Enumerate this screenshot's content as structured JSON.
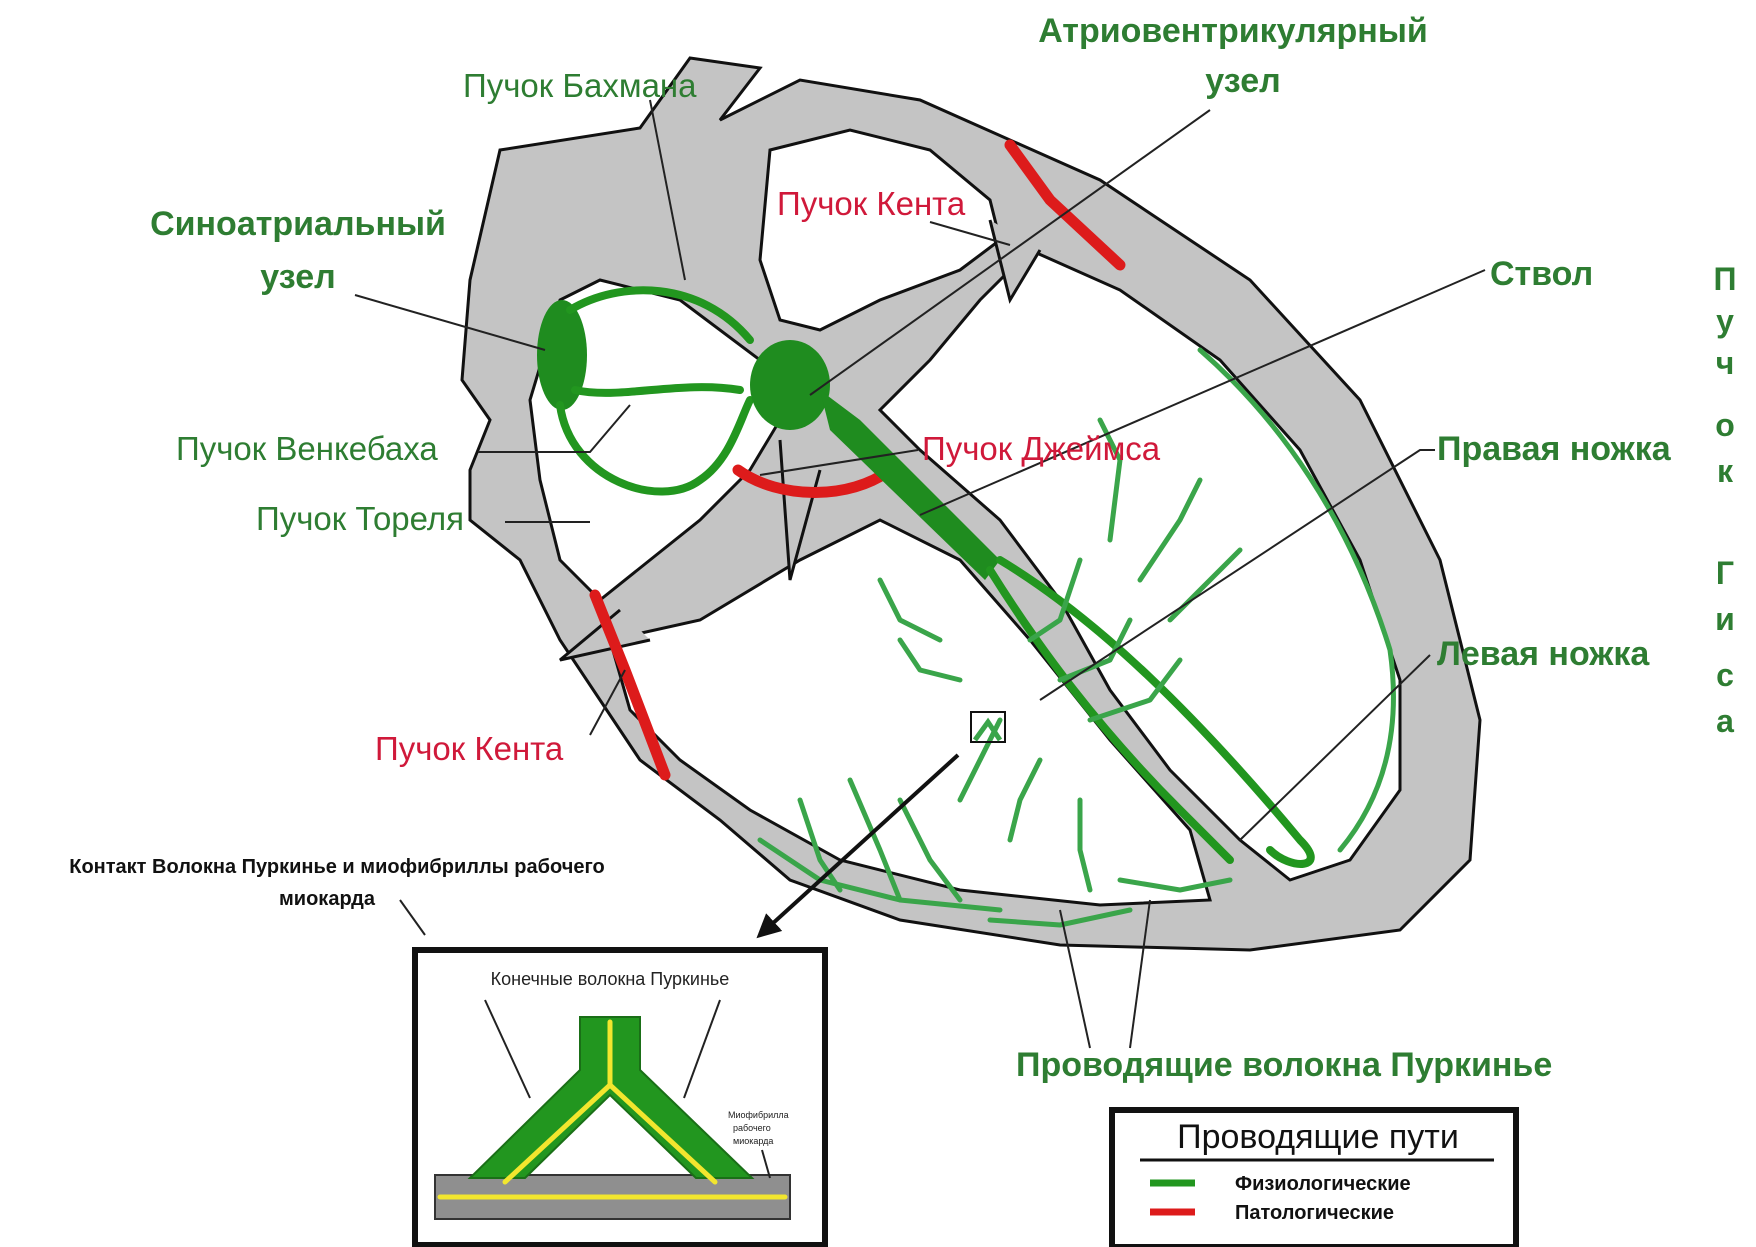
{
  "labels": {
    "av_node_line1": "Атриовентрикулярный",
    "av_node_line2": "узел",
    "bachmann": "Пучок Бахмана",
    "sa_node_line1": "Синоатриальный",
    "sa_node_line2": "узел",
    "kent_upper": "Пучок Кента",
    "trunk": "Ствол",
    "wenckebach": "Пучок Венкебаха",
    "james": "Пучок Джеймса",
    "right_leg": "Правая ножка",
    "thorel": "Пучок Тореля",
    "left_leg": "Левая ножка",
    "kent_lower": "Пучок Кента",
    "purkinje_conducting": "Проводящие волокна Пуркинье",
    "his_vertical": [
      "П",
      "у",
      "ч",
      "о",
      "к",
      "",
      "Г",
      "и",
      "с",
      "а"
    ],
    "contact_line1": "Контакт Волокна Пуркинье и миофибриллы рабочего",
    "contact_line2": "миокарда"
  },
  "inset": {
    "title": "Конечные волокна Пуркинье",
    "myofibril": [
      "Миофибрилла",
      "рабочего",
      "миокарда"
    ]
  },
  "legend": {
    "title": "Проводящие пути",
    "items": [
      {
        "label": "Физиологические",
        "color": "#22961f"
      },
      {
        "label": "Патологические",
        "color": "#dd1b1b"
      }
    ]
  },
  "colors": {
    "physiological": "#22961f",
    "pathological": "#dd1b1b",
    "wall": "#c4c4c4",
    "label_green": "#2e7d32",
    "label_red": "#d0193a",
    "impulse": "#f2e62e"
  }
}
